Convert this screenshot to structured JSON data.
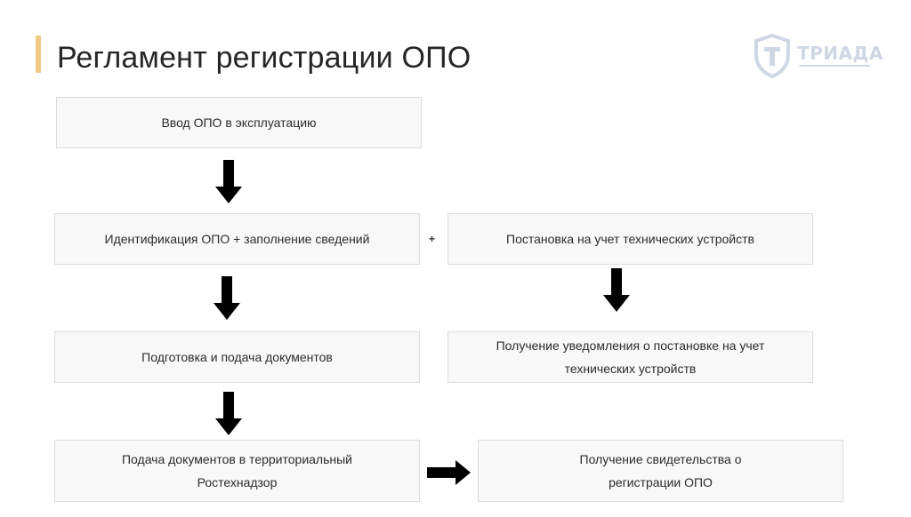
{
  "header": {
    "title": "Регламент регистрации ОПО",
    "logo_text": "ТРИАДА"
  },
  "diagram": {
    "nodes": {
      "commissioning": "Ввод ОПО в эксплуатацию",
      "identification": "Идентификация ОПО + заполнение сведений",
      "registration_devices": "Постановка на учет технических устройств",
      "preparation": "Подготовка и подача документов",
      "notification_line1": "Получение уведомления о постановке на учет",
      "notification_line2": "технических устройств",
      "submission_line1": "Подача документов в территориальный",
      "submission_line2": "Ростехнадзор",
      "certificate_line1": "Получение свидетельства о",
      "certificate_line2": "регистрации ОПО"
    },
    "connector_plus": "+",
    "colors": {
      "accent": "#f1c987",
      "box_fill": "#f8f8f9",
      "box_border": "#dcdcdf",
      "arrow": "#000000",
      "logo": "#2a4a8a"
    }
  }
}
